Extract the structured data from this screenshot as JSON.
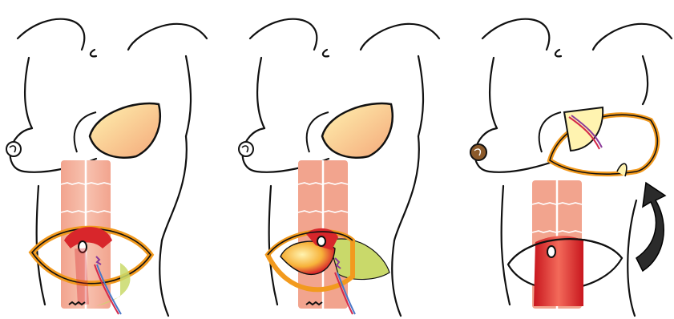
{
  "figure": {
    "panels": [
      {
        "id": "panel-1",
        "subject": "lower-abdominal-flap-elevation"
      },
      {
        "id": "panel-2",
        "subject": "flap-dissection-with-pedicle"
      },
      {
        "id": "panel-3",
        "subject": "flap-transfer-to-breast"
      }
    ],
    "colors": {
      "outline": "#111111",
      "muscle": "#f2a48e",
      "muscle_stripe": "#ffffff",
      "flap_rim": "#f29a1e",
      "flap_core_red": "#d8262b",
      "breast_defect_light": "#fff3b0",
      "breast_defect_dark": "#f4a87a",
      "green_tissue": "#c9d96a",
      "vessel_red": "#d42a4a",
      "vessel_blue": "#4a78c8",
      "vessel_purple": "#8a3a9a",
      "nipple_brown": "#8b5a2b",
      "arrow_dark": "#2b2b2b"
    },
    "icons": [
      "curved-arrow-icon"
    ]
  }
}
